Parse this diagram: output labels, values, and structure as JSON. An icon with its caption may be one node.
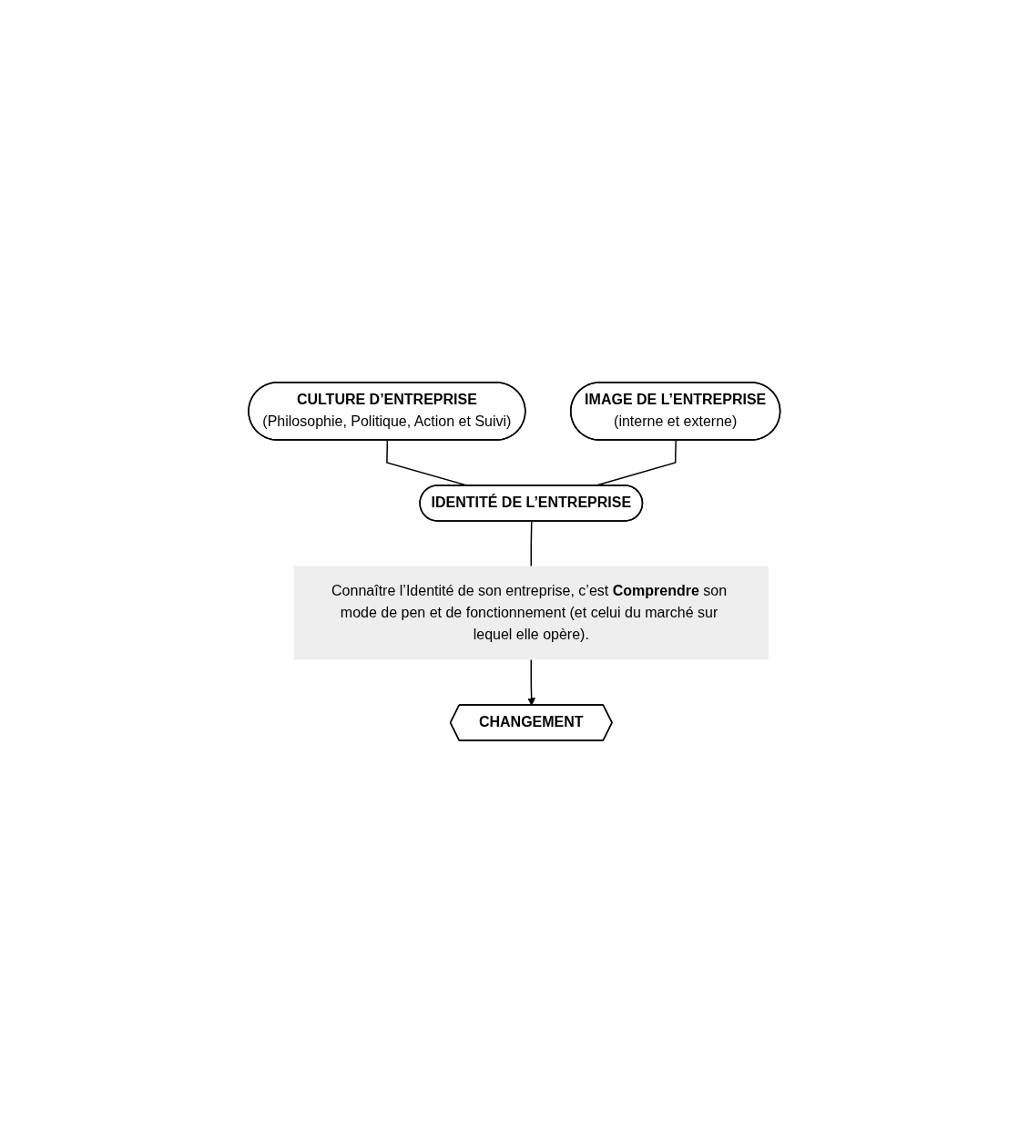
{
  "diagram": {
    "nodes": [
      {
        "text": [
          "CULTURE D’ENTREPRISE",
          "(Philosophie, Politique, Action et Suivi)"
        ]
      },
      {
        "text": [
          "IMAGE DE L’ENTREPRISE",
          "(interne et externe)"
        ]
      },
      {
        "text": [
          "IDENTITÉ DE L’ENTREPRISE"
        ]
      },
      {
        "text": [
          "Connaître l’Identité de son entreprise, c’est **Comprendre** son mode de pen et de fonctionnement (et celui du marché sur lequel elle opère)."
        ]
      },
      {
        "text": [
          "CHANGEMENT"
        ]
      }
    ],
    "edges": [
      {
        "from": 0,
        "to": 2,
        "arrow": "none"
      },
      {
        "from": 1,
        "to": 2,
        "arrow": "none"
      },
      {
        "from": 2,
        "to": 3,
        "arrow": "none"
      },
      {
        "from": 3,
        "to": 4,
        "arrow": "to"
      }
    ]
  }
}
